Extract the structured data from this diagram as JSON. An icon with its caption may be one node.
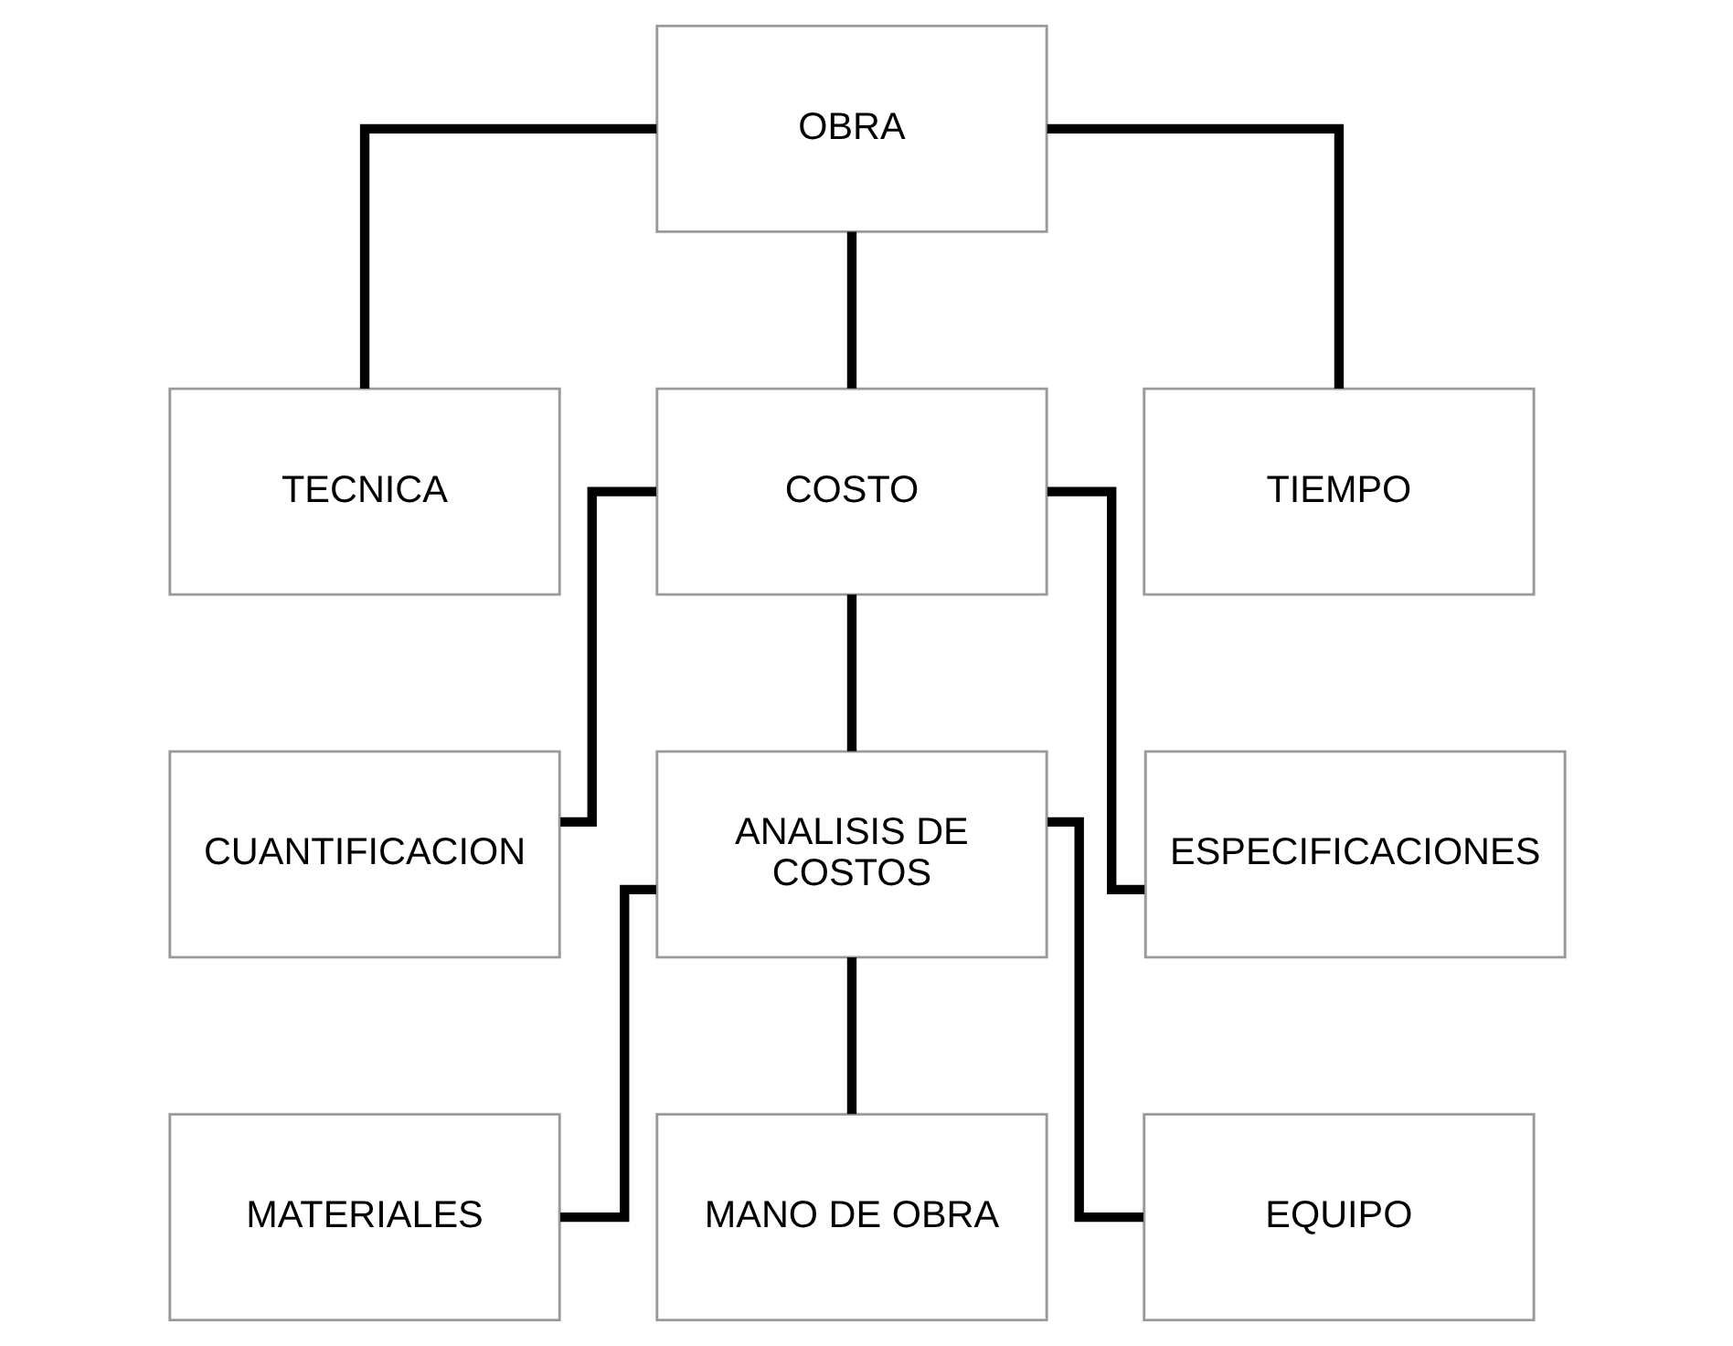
{
  "diagram": {
    "nodes": [
      {
        "text": [
          "OBRA"
        ]
      },
      {
        "text": [
          "TECNICA"
        ]
      },
      {
        "text": [
          "COSTO"
        ]
      },
      {
        "text": [
          "TIEMPO"
        ]
      },
      {
        "text": [
          "CUANTIFICACION"
        ]
      },
      {
        "text": [
          "ANALISIS DE COSTOS"
        ]
      },
      {
        "text": [
          "ESPECIFICACIONES"
        ]
      },
      {
        "text": [
          "MATERIALES"
        ]
      },
      {
        "text": [
          "MANO DE OBRA"
        ]
      },
      {
        "text": [
          "EQUIPO"
        ]
      }
    ],
    "edges": [
      {
        "from": 0,
        "to": 1,
        "arrow": "none"
      },
      {
        "from": 0,
        "to": 2,
        "arrow": "none"
      },
      {
        "from": 0,
        "to": 3,
        "arrow": "none"
      },
      {
        "from": 2,
        "to": 4,
        "arrow": "none"
      },
      {
        "from": 2,
        "to": 5,
        "arrow": "none"
      },
      {
        "from": 2,
        "to": 6,
        "arrow": "none"
      },
      {
        "from": 5,
        "to": 7,
        "arrow": "none"
      },
      {
        "from": 5,
        "to": 8,
        "arrow": "none"
      },
      {
        "from": 5,
        "to": 9,
        "arrow": "none"
      }
    ]
  }
}
